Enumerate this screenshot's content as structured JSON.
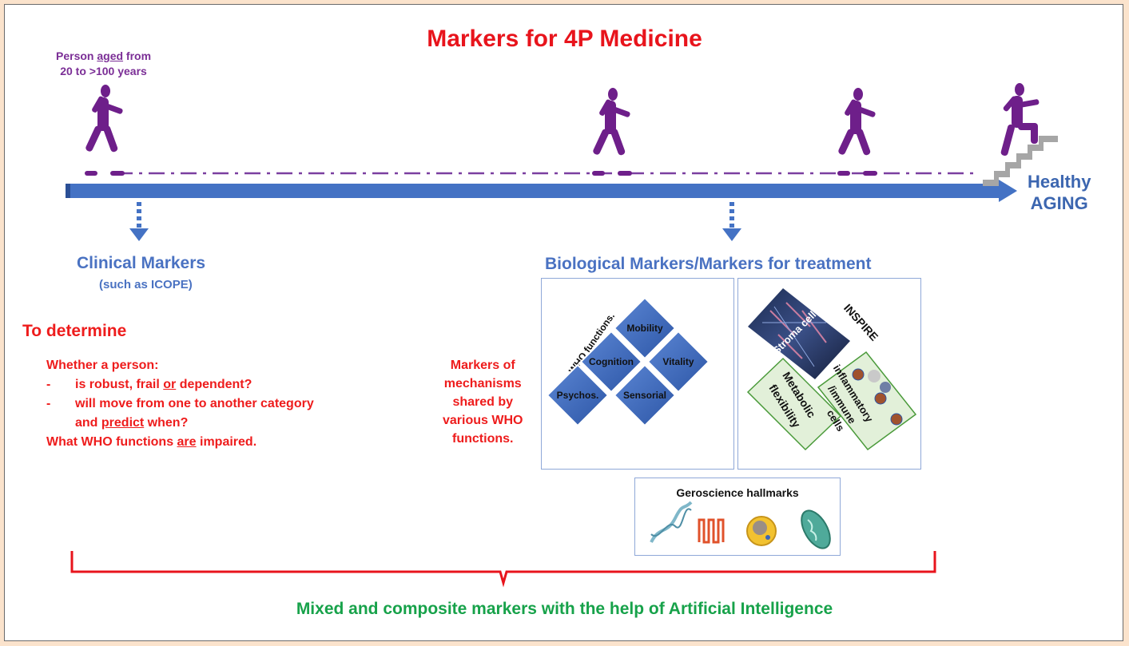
{
  "title": "Markers for 4P Medicine",
  "person_label": {
    "line1_prefix": "Person ",
    "line1_underlined": "aged",
    "line1_suffix": " from",
    "line2": "20 to >100 years"
  },
  "healthy_aging": {
    "line1": "Healthy",
    "line2": "AGING"
  },
  "clinical": {
    "title": "Clinical Markers",
    "subtitle": "(such as ICOPE)"
  },
  "biological": {
    "title": "Biological Markers/Markers for treatment"
  },
  "determine": {
    "heading": "To determine",
    "intro": "Whether a person:",
    "bullet1_a": "is robust, frail ",
    "bullet1_u": "or",
    "bullet1_b": " dependent?",
    "bullet2": "will move from one to another category",
    "bullet2_cont_a": "and ",
    "bullet2_cont_u": "predict",
    "bullet2_cont_b": " when?",
    "last_a": "What WHO functions ",
    "last_u": "are",
    "last_b": " impaired.",
    "dash": "-"
  },
  "mechanisms": {
    "line1": "Markers of",
    "line2": "mechanisms",
    "line3": "shared by",
    "line4": "various WHO",
    "line5": "functions."
  },
  "who_panel": {
    "title": "WHO functions.",
    "items": [
      "Mobility",
      "Cognition",
      "Vitality",
      "Psychos.",
      "Sensorial"
    ]
  },
  "inspire_panel": {
    "title": "INSPIRE",
    "stroma": "Stroma cells",
    "metabolic_1": "Metabolic",
    "metabolic_2": "flexibility",
    "inflam_1": "inflammatory",
    "inflam_2": "/immune",
    "inflam_3": "cells"
  },
  "geroscience": {
    "title": "Geroscience hallmarks"
  },
  "footer": "Mixed and composite markers with the help of Artificial Intelligence",
  "colors": {
    "title_red": "#e8141c",
    "text_red": "#ee1c1c",
    "blue_label": "#4a72c2",
    "timeline_blue": "#4472c4",
    "figure_purple": "#6e1f8a",
    "green_footer": "#17a24a",
    "diamond_blue": "#3a66b8"
  }
}
